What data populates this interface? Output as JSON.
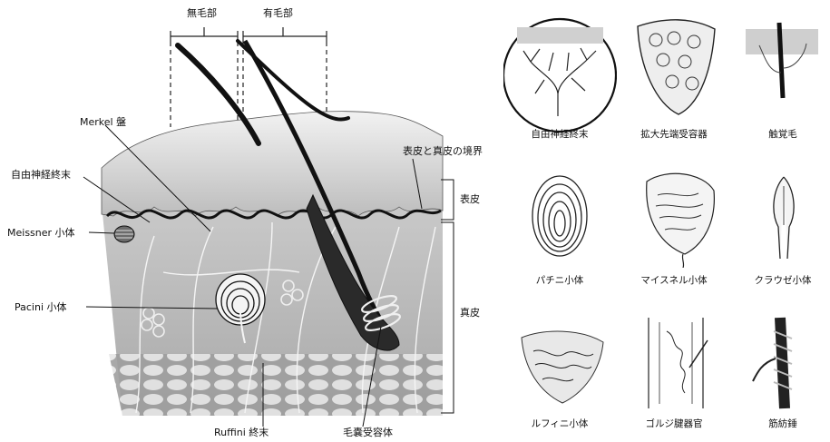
{
  "skin_diagram": {
    "top_labels": {
      "hairless": "無毛部",
      "hairy": "有毛部"
    },
    "left_labels": {
      "merkel": "Merkel 盤",
      "free_nerve": "自由神経終末",
      "meissner": "Meissner 小体",
      "pacini": "Pacini 小体"
    },
    "right_labels": {
      "boundary": "表皮と真皮の境界",
      "epidermis": "表皮",
      "dermis": "真皮"
    },
    "bottom_labels": {
      "ruffini": "Ruffini 終末",
      "follicle": "毛嚢受容体"
    }
  },
  "receptor_grid": {
    "items": [
      {
        "caption": "自由神経終末",
        "icon": "free-nerve-ending-icon",
        "highlighted": true
      },
      {
        "caption": "拡大先端受容器",
        "icon": "expanded-tip-receptor-icon",
        "highlighted": false
      },
      {
        "caption": "触覚毛",
        "icon": "tactile-hair-icon",
        "highlighted": false
      },
      {
        "caption": "パチニ小体",
        "icon": "pacinian-corpuscle-icon",
        "highlighted": false
      },
      {
        "caption": "マイスネル小体",
        "icon": "meissner-corpuscle-icon",
        "highlighted": false
      },
      {
        "caption": "クラウゼ小体",
        "icon": "krause-bulb-icon",
        "highlighted": false
      },
      {
        "caption": "ルフィニ小体",
        "icon": "ruffini-corpuscle-icon",
        "highlighted": false
      },
      {
        "caption": "ゴルジ腱器官",
        "icon": "golgi-tendon-organ-icon",
        "highlighted": false
      },
      {
        "caption": "筋紡錘",
        "icon": "muscle-spindle-icon",
        "highlighted": false
      }
    ]
  }
}
